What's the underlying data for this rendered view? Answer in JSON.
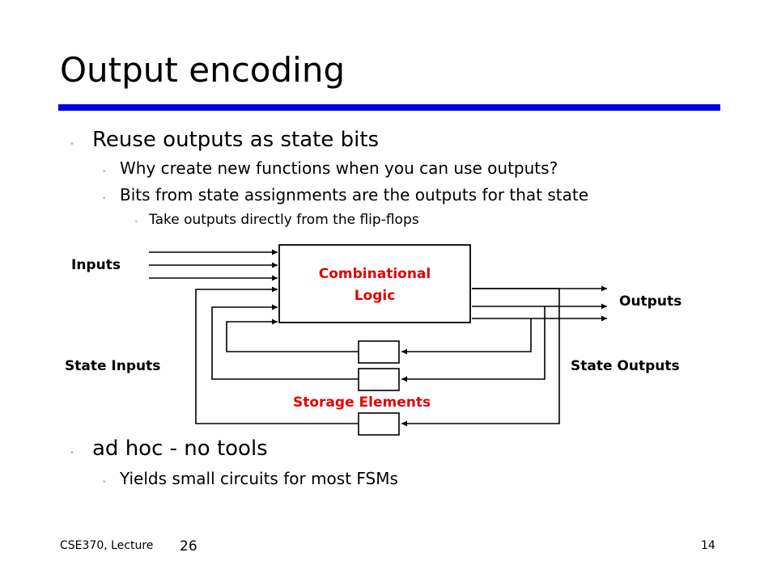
{
  "slide": {
    "title": "Output encoding",
    "bullets": [
      {
        "text": "Reuse outputs as state bits"
      },
      {
        "text": "Why create new functions when you can use outputs?"
      },
      {
        "text": "Bits from state assignments are the outputs for that state"
      },
      {
        "text": "Take outputs directly from the flip-flops"
      },
      {
        "text": "ad hoc - no tools"
      },
      {
        "text": "Yields small circuits for most FSMs"
      }
    ],
    "bullet_glyph": "•"
  },
  "diagram": {
    "inputs_label": "Inputs",
    "outputs_label": "Outputs",
    "state_inputs_label": "State Inputs",
    "state_outputs_label": "State Outputs",
    "logic_line1": "Combinational",
    "logic_line2": "Logic",
    "storage_label": "Storage Elements",
    "accent_color": "#e00000"
  },
  "footer": {
    "course": "CSE370, Lecture",
    "lecture_number": "26",
    "page": "14"
  }
}
